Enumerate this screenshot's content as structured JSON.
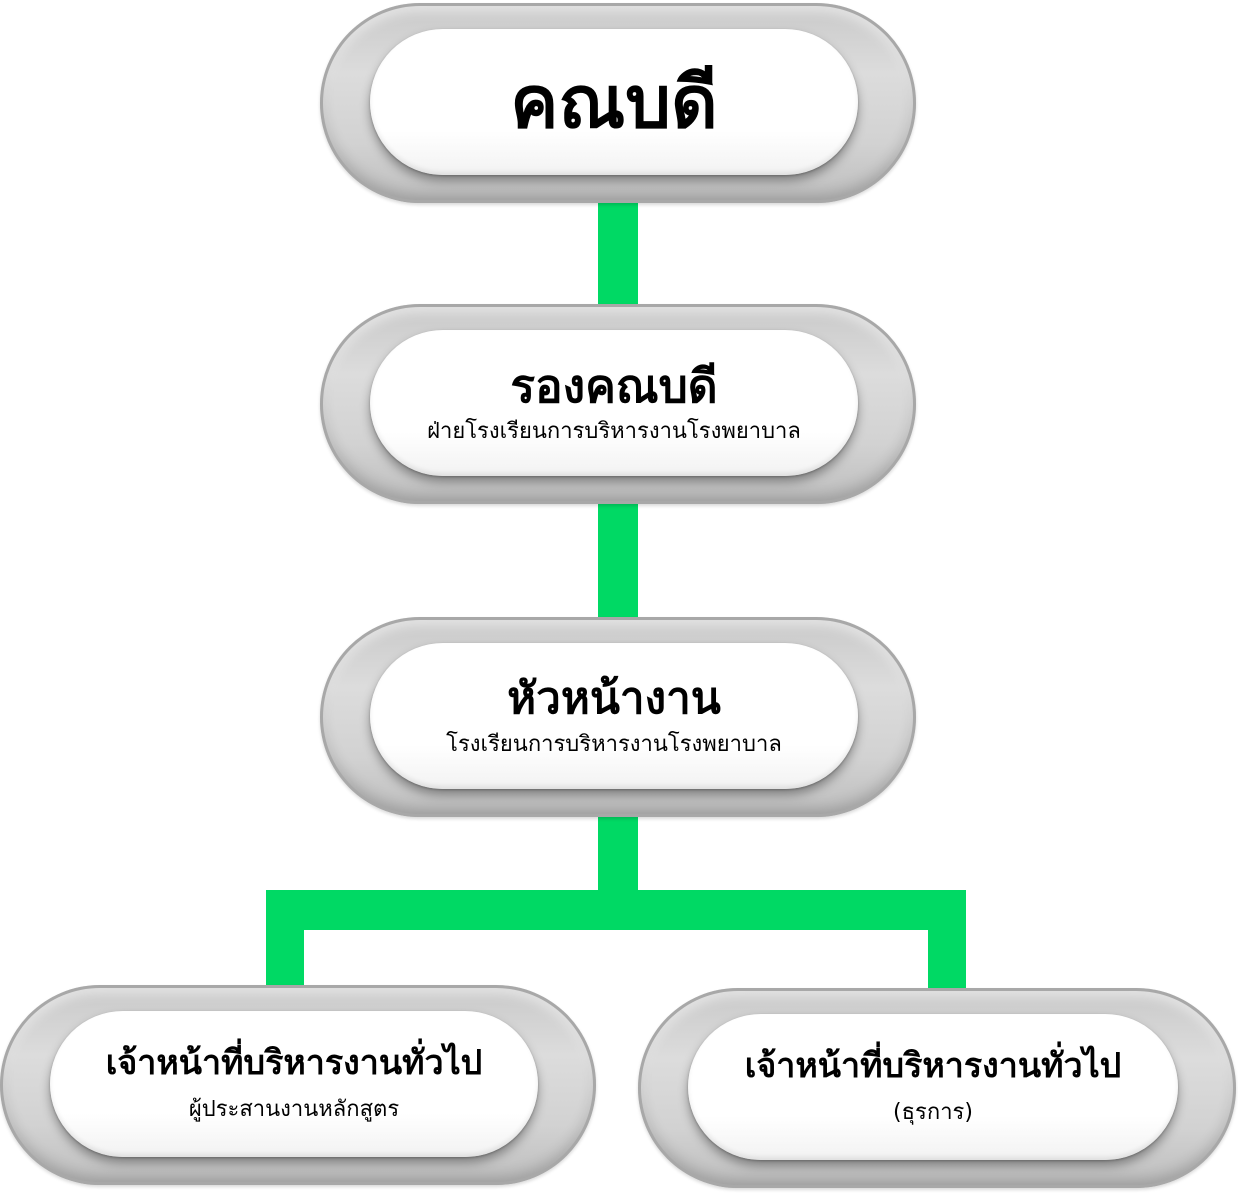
{
  "nodes": {
    "dean": {
      "title": "คณบดี"
    },
    "deputy_dean": {
      "title": "รองคณบดี",
      "subtitle": "ฝ่ายโรงเรียนการบริหารงานโรงพยาบาล"
    },
    "head": {
      "title": "หัวหน้างาน",
      "subtitle": "โรงเรียนการบริหารงานโรงพยาบาล"
    },
    "officer_curriculum": {
      "title": "เจ้าหน้าที่บริหารงานทั่วไป",
      "subtitle": "ผู้ประสานงานหลักสูตร"
    },
    "officer_admin": {
      "title": "เจ้าหน้าที่บริหารงานทั่วไป",
      "subtitle": "(ธุรการ)"
    }
  },
  "colors": {
    "connector": "#00d964",
    "node_outer": "#d0d0d0",
    "node_inner": "#ffffff",
    "text": "#000000"
  }
}
